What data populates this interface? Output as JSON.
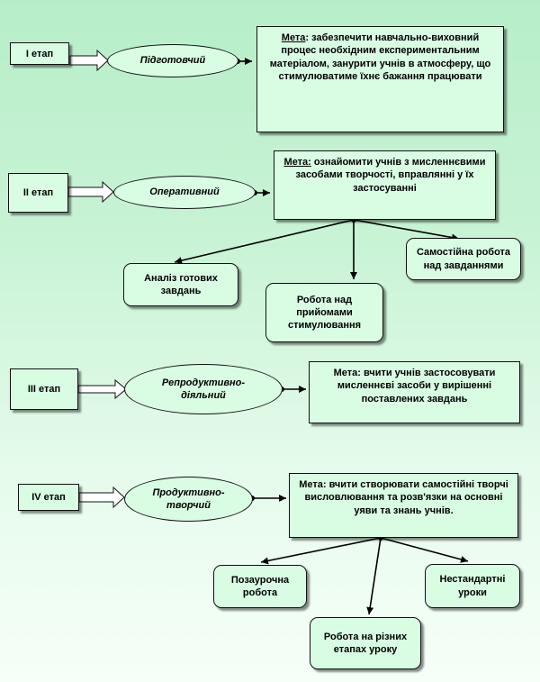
{
  "stage1": {
    "label": "I етап",
    "phase": "Підготовчий",
    "goal_label": "Мета",
    "goal_text": ": забезпечити навчально-виховний процес необхідним експериментальним матеріалом, занурити учнів в атмосферу, що стимулюватиме їхнє бажання працювати"
  },
  "stage2": {
    "label": "II етап",
    "phase": "Оперативний",
    "goal_label": "Мета:",
    "goal_text": " ознайомити учнів з мисленнєвими засобами творчості, вправлянні у їх застосуванні",
    "sub1": "Аналіз готових завдань",
    "sub2": "Робота над прийомами стимулювання",
    "sub3": "Самостійна робота над завданнями"
  },
  "stage3": {
    "label": "III етап",
    "phase": "Репродуктивно-діяльний",
    "goal": "Мета: вчити учнів застосовувати мисленнєві засоби у вирішенні поставлених завдань"
  },
  "stage4": {
    "label": "IV етап",
    "phase": "Продуктивно-творчий",
    "goal": "Мета: вчити створювати самостійні творчі висловлювання та розв'язки на основні уяви та знань учнів.",
    "sub1": "Позаурочна робота",
    "sub2": "Робота на різних етапах уроку",
    "sub3": "Нестандартні уроки"
  }
}
